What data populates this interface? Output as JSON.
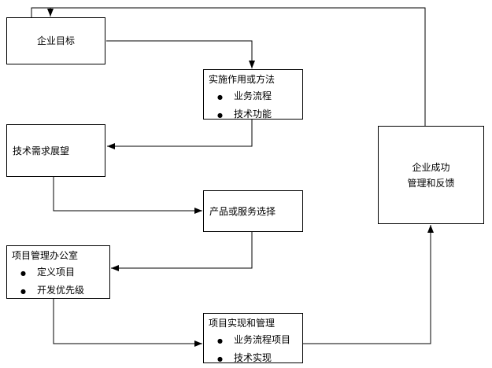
{
  "diagram": {
    "background": "#ffffff",
    "line_color": "#000000",
    "box_fill": "#ffffff",
    "box_border": "#000000",
    "text_color": "#000000",
    "bullet_glyph": "●",
    "boxes": {
      "goals": {
        "title": "企业目标"
      },
      "methods": {
        "title": "实施作用或方法",
        "items": [
          "业务流程",
          "技术功能"
        ]
      },
      "tech_demand": {
        "title": "技术需求展望"
      },
      "product_service": {
        "title": "产品或服务选择"
      },
      "pmo": {
        "title": "项目管理办公室",
        "items": [
          "定义项目",
          "开发优先级"
        ]
      },
      "project_impl": {
        "title": "项目实现和管理",
        "items": [
          "业务流程项目",
          "技术实现"
        ]
      },
      "success": {
        "line1": "企业成功",
        "line2": "管理和反馈"
      }
    }
  }
}
